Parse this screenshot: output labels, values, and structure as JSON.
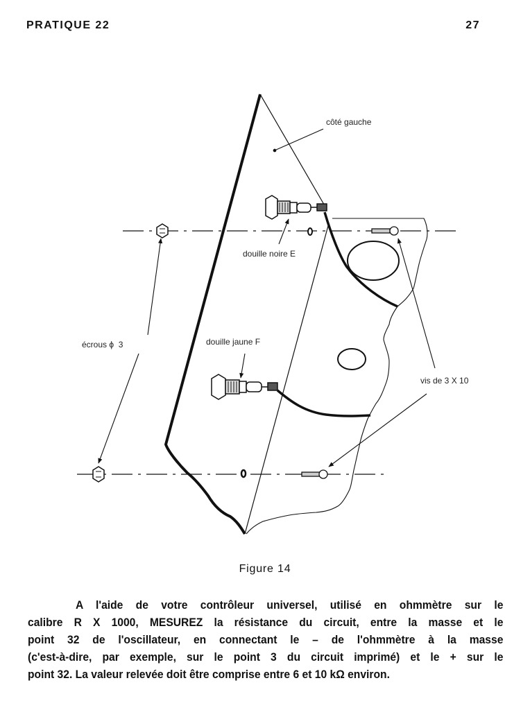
{
  "header": {
    "section": "PRATIQUE 22",
    "page_number": "27"
  },
  "figure": {
    "caption": "Figure 14",
    "labels": {
      "cote_gauche": "côté gauche",
      "douille_noire": "douille noire E",
      "douille_jaune": "douille jaune F",
      "ecrous": "écrous ϕ  3",
      "vis": "vis de 3 X 10"
    }
  },
  "paragraph": {
    "lines": [
      "A l'aide de votre contrôleur universel, utilisé en ohmmètre sur le",
      "calibre R X 1000, MESUREZ la résistance du circuit, entre la masse et le",
      "point 32 de l'oscillateur, en connectant le – de l'ohmmètre à la masse",
      "(c'est-à-dire, par exemple, sur le point 3 du circuit imprimé) et le  +  sur le",
      "point 32. La valeur relevée doit être comprise entre 6 et 10 kΩ environ."
    ]
  }
}
